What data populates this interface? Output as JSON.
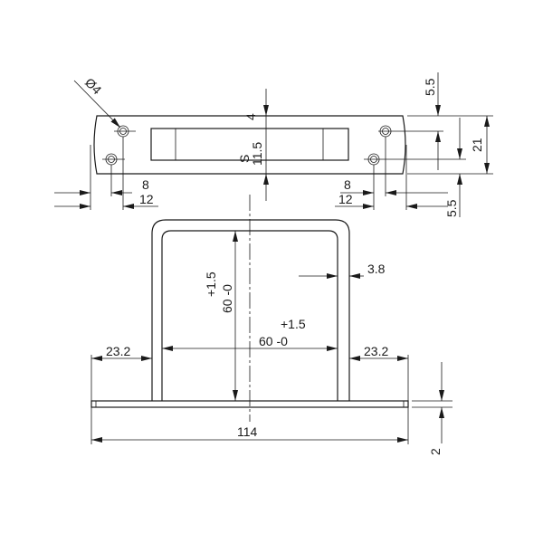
{
  "drawing": {
    "top_view": {
      "hole_diameter": "Ø4",
      "slot_height": "11.5",
      "weld_symbol_size": "4",
      "weld_symbol_letter": "S",
      "left_hole_offset_inner": "8",
      "left_hole_offset_outer": "12",
      "right_hole_offset_inner": "8",
      "right_hole_offset_outer": "12",
      "upper_hole_from_top": "5.5",
      "plate_width": "21",
      "lower_hole_from_bottom": "5.5"
    },
    "front_view": {
      "bracket_height": "60 -0",
      "bracket_height_tolerance": "+1.5",
      "bracket_inner_width": "60 -0",
      "bracket_inner_width_tolerance": "+1.5",
      "wire_thickness": "3.8",
      "left_flange": "23.2",
      "right_flange": "23.2",
      "base_length": "114",
      "base_thickness": "2"
    }
  }
}
